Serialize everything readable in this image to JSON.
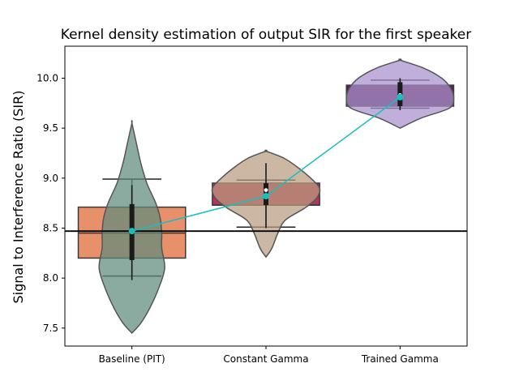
{
  "chart_data": {
    "type": "violin-box",
    "title": "Kernel density estimation of output SIR for the first speaker",
    "xlabel": "",
    "ylabel": "Signal to Interference Ratio (SIR)",
    "categories": [
      "Baseline (PIT)",
      "Constant Gamma",
      "Trained Gamma"
    ],
    "ylim": [
      7.32,
      10.32
    ],
    "yticks": [
      7.5,
      8.0,
      8.5,
      9.0,
      9.5,
      10.0
    ],
    "ytick_labels": [
      "7.5",
      "8.0",
      "8.5",
      "9.0",
      "9.5",
      "10.0"
    ],
    "grid": false,
    "reference_line": 8.47,
    "boxes": [
      {
        "category": "Baseline (PIT)",
        "q1": 8.2,
        "median": 8.45,
        "q3": 8.71,
        "whisker_low": 8.02,
        "whisker_high": 8.99,
        "color": "#e8906a"
      },
      {
        "category": "Constant Gamma",
        "q1": 8.73,
        "median": 8.73,
        "q3": 8.95,
        "whisker_low": 8.51,
        "whisker_high": 8.98,
        "color": "#b5365a"
      },
      {
        "category": "Trained Gamma",
        "q1": 9.72,
        "median": 9.75,
        "q3": 9.93,
        "whisker_low": 9.7,
        "whisker_high": 9.98,
        "color": "#5e2050"
      }
    ],
    "violins": [
      {
        "category": "Baseline (PIT)",
        "color": "#5f8a7c",
        "density": [
          [
            7.45,
            0.0
          ],
          [
            7.55,
            0.06
          ],
          [
            7.7,
            0.12
          ],
          [
            7.9,
            0.18
          ],
          [
            8.1,
            0.22
          ],
          [
            8.3,
            0.2
          ],
          [
            8.45,
            0.2
          ],
          [
            8.6,
            0.19
          ],
          [
            8.75,
            0.16
          ],
          [
            8.95,
            0.1
          ],
          [
            9.15,
            0.06
          ],
          [
            9.35,
            0.03
          ],
          [
            9.55,
            0.0
          ]
        ],
        "median": 8.47,
        "iqr": [
          8.18,
          8.74
        ],
        "inner_whisker": [
          7.98,
          8.93
        ]
      },
      {
        "category": "Constant Gamma",
        "color": "#b89b7e",
        "density": [
          [
            8.21,
            0.0
          ],
          [
            8.3,
            0.04
          ],
          [
            8.45,
            0.08
          ],
          [
            8.58,
            0.13
          ],
          [
            8.7,
            0.26
          ],
          [
            8.8,
            0.34
          ],
          [
            8.9,
            0.36
          ],
          [
            9.0,
            0.3
          ],
          [
            9.1,
            0.22
          ],
          [
            9.2,
            0.12
          ],
          [
            9.27,
            0.0
          ]
        ],
        "median": 8.88,
        "iqr": [
          8.73,
          8.95
        ],
        "inner_whisker": [
          8.5,
          9.15
        ]
      },
      {
        "category": "Trained Gamma",
        "color": "#a890cc",
        "density": [
          [
            9.5,
            0.0
          ],
          [
            9.6,
            0.14
          ],
          [
            9.7,
            0.33
          ],
          [
            9.8,
            0.36
          ],
          [
            9.9,
            0.34
          ],
          [
            10.0,
            0.28
          ],
          [
            10.1,
            0.16
          ],
          [
            10.18,
            0.0
          ]
        ],
        "median": 9.83,
        "iqr": [
          9.72,
          9.96
        ],
        "inner_whisker": [
          9.68,
          10.0
        ]
      }
    ],
    "mean_line": {
      "color": "#18bfbf",
      "values": [
        8.47,
        8.82,
        9.81
      ]
    }
  }
}
